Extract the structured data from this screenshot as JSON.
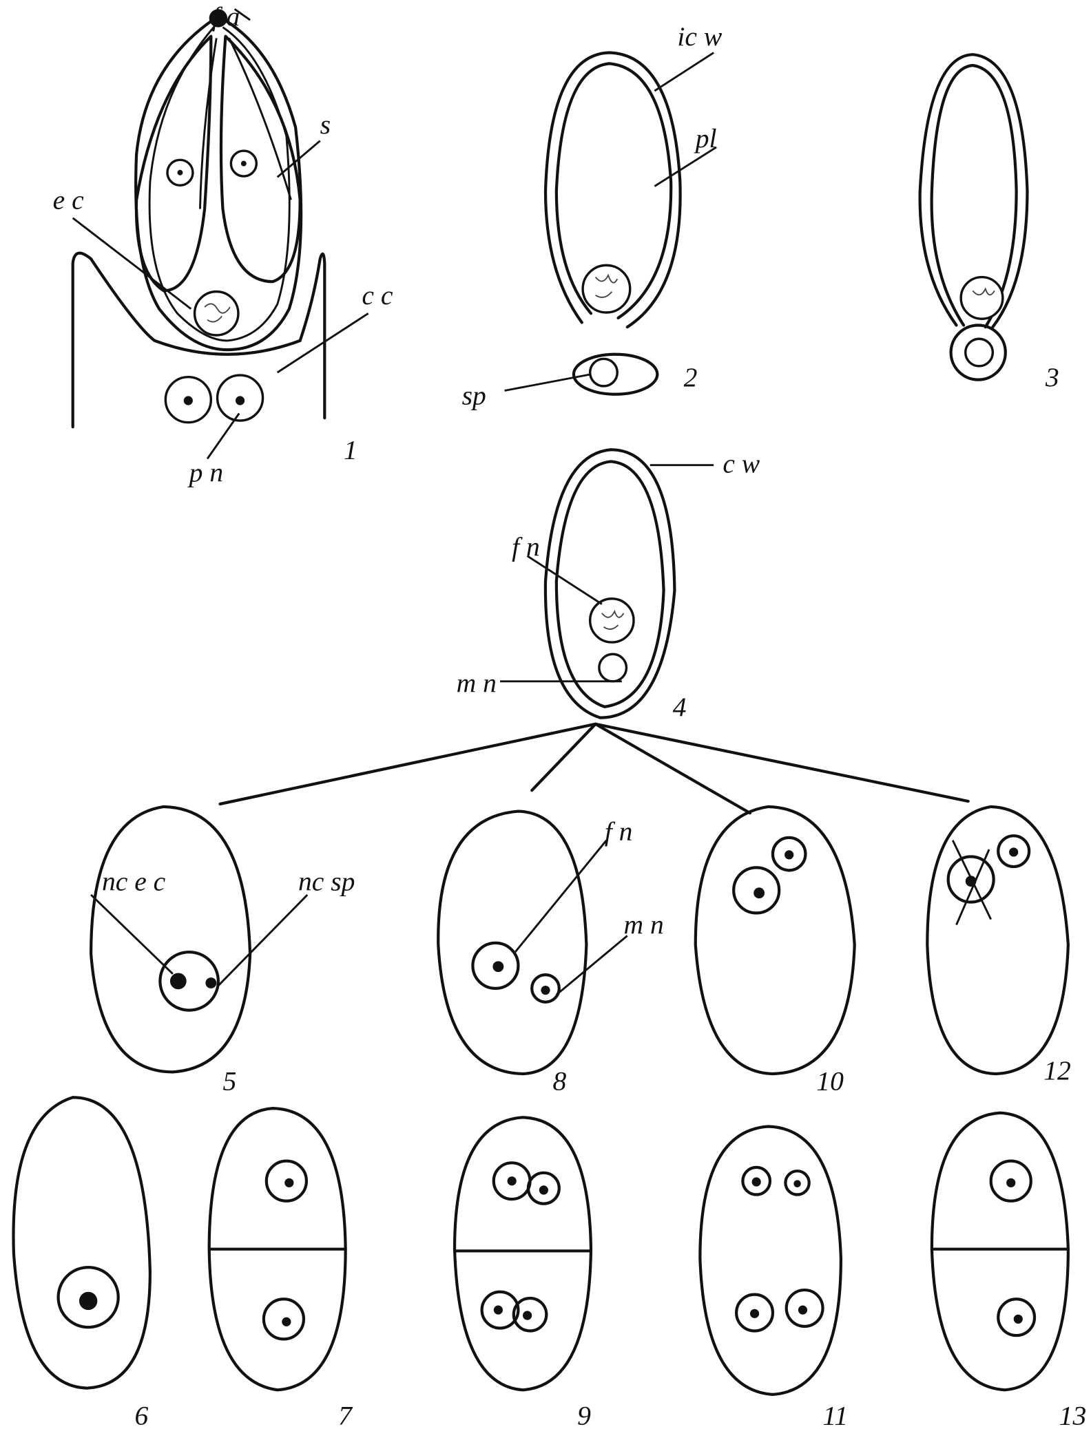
{
  "figure_labels": {
    "fig1": {
      "number": "1",
      "fa": "f a",
      "s": "s",
      "ec": "e c",
      "cc": "c c",
      "pn": "p n"
    },
    "fig2": {
      "number": "2",
      "icw": "ic w",
      "pl": "pl",
      "sp": "sp"
    },
    "fig3": {
      "number": "3"
    },
    "fig4": {
      "number": "4",
      "cw": "c w",
      "fn": "f n",
      "mn": "m n"
    },
    "fig5": {
      "number": "5",
      "ncec": "nc e c",
      "ncsp": "nc sp"
    },
    "fig6": {
      "number": "6"
    },
    "fig7": {
      "number": "7"
    },
    "fig8": {
      "number": "8",
      "fn": "f n",
      "mn": "m n"
    },
    "fig9": {
      "number": "9"
    },
    "fig10": {
      "number": "10"
    },
    "fig11": {
      "number": "11"
    },
    "fig12": {
      "number": "12"
    },
    "fig13": {
      "number": "13"
    }
  }
}
